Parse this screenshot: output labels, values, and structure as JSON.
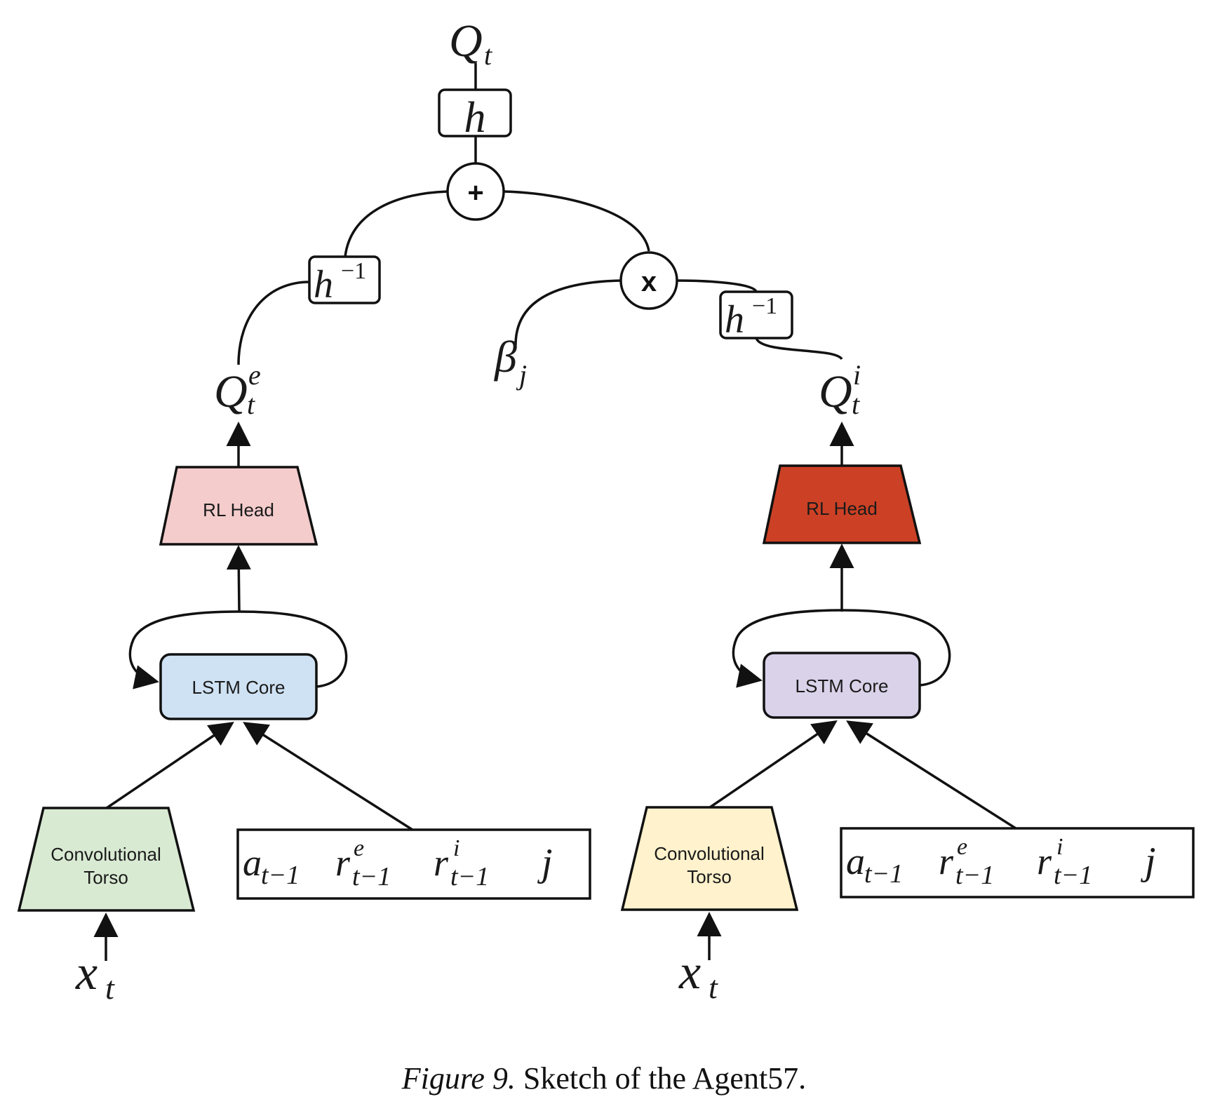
{
  "labels": {
    "q_total": "Q",
    "q_total_sub": "t",
    "h": "h",
    "h_inv_base": "h",
    "h_inv_exp": "−1",
    "plus_op": "+",
    "times_op": "x",
    "beta": "β",
    "beta_sub": "j",
    "q_ext": "Q",
    "q_ext_sup": "e",
    "q_ext_sub": "t",
    "q_int": "Q",
    "q_int_sup": "i",
    "q_int_sub": "t",
    "x": "x",
    "x_sub": "t"
  },
  "left_network": {
    "rl_head": "RL Head",
    "lstm": "LSTM Core",
    "torso_line1": "Convolutional",
    "torso_line2": "Torso",
    "rl_head_color": "#f4cccc",
    "lstm_color": "#cfe2f3",
    "torso_color": "#d9ead3"
  },
  "right_network": {
    "rl_head": "RL Head",
    "lstm": "LSTM Core",
    "torso_line1": "Convolutional",
    "torso_line2": "Torso",
    "rl_head_color": "#cc4125",
    "lstm_color": "#d9d2e9",
    "torso_color": "#fff2cc"
  },
  "inputs": {
    "a": "a",
    "a_sub": "t−1",
    "r": "r",
    "re_sup": "e",
    "ri_sup": "i",
    "r_sub": "t−1",
    "j": "j"
  },
  "caption": {
    "figure": "Figure 9.",
    "text": "Sketch of the Agent57."
  }
}
